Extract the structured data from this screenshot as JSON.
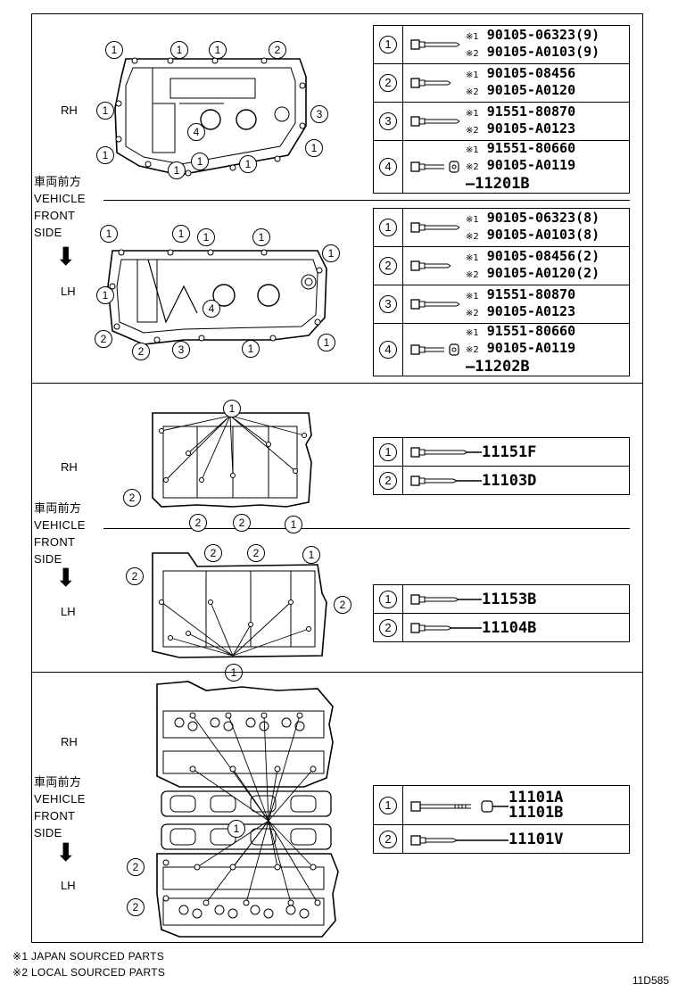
{
  "labels": {
    "rh": "RH",
    "lh": "LH",
    "front_jp": "車両前方",
    "front_en1": "VEHICLE",
    "front_en2": "FRONT",
    "front_en3": "SIDE"
  },
  "mark1": "※1",
  "mark2": "※2",
  "section1": {
    "rh_rows": [
      {
        "num": "1",
        "p1": "90105-06323(9)",
        "p2": "90105-A0103(9)"
      },
      {
        "num": "2",
        "p1": "90105-08456",
        "p2": "90105-A0120"
      },
      {
        "num": "3",
        "p1": "91551-80870",
        "p2": "90105-A0123"
      },
      {
        "num": "4",
        "p1": "91551-80660",
        "p2": "90105-A0119",
        "p3": "11201B"
      }
    ],
    "lh_rows": [
      {
        "num": "1",
        "p1": "90105-06323(8)",
        "p2": "90105-A0103(8)"
      },
      {
        "num": "2",
        "p1": "90105-08456(2)",
        "p2": "90105-A0120(2)"
      },
      {
        "num": "3",
        "p1": "91551-80870",
        "p2": "90105-A0123"
      },
      {
        "num": "4",
        "p1": "91551-80660",
        "p2": "90105-A0119",
        "p3": "11202B"
      }
    ]
  },
  "section2": {
    "rh_rows": [
      {
        "num": "1",
        "pn": "11151F"
      },
      {
        "num": "2",
        "pn": "11103D"
      }
    ],
    "lh_rows": [
      {
        "num": "1",
        "pn": "11153B"
      },
      {
        "num": "2",
        "pn": "11104B"
      }
    ]
  },
  "section3": {
    "rows": [
      {
        "num": "1",
        "pn1": "11101A",
        "pn2": "11101B"
      },
      {
        "num": "2",
        "pn1": "11101V"
      }
    ]
  },
  "footnotes": {
    "n1": "※1 JAPAN SOURCED PARTS",
    "n2": "※2 LOCAL SOURCED PARTS"
  },
  "diagram_code": "11D585",
  "callouts": {
    "c1": "1",
    "c2": "2",
    "c3": "3",
    "c4": "4"
  }
}
